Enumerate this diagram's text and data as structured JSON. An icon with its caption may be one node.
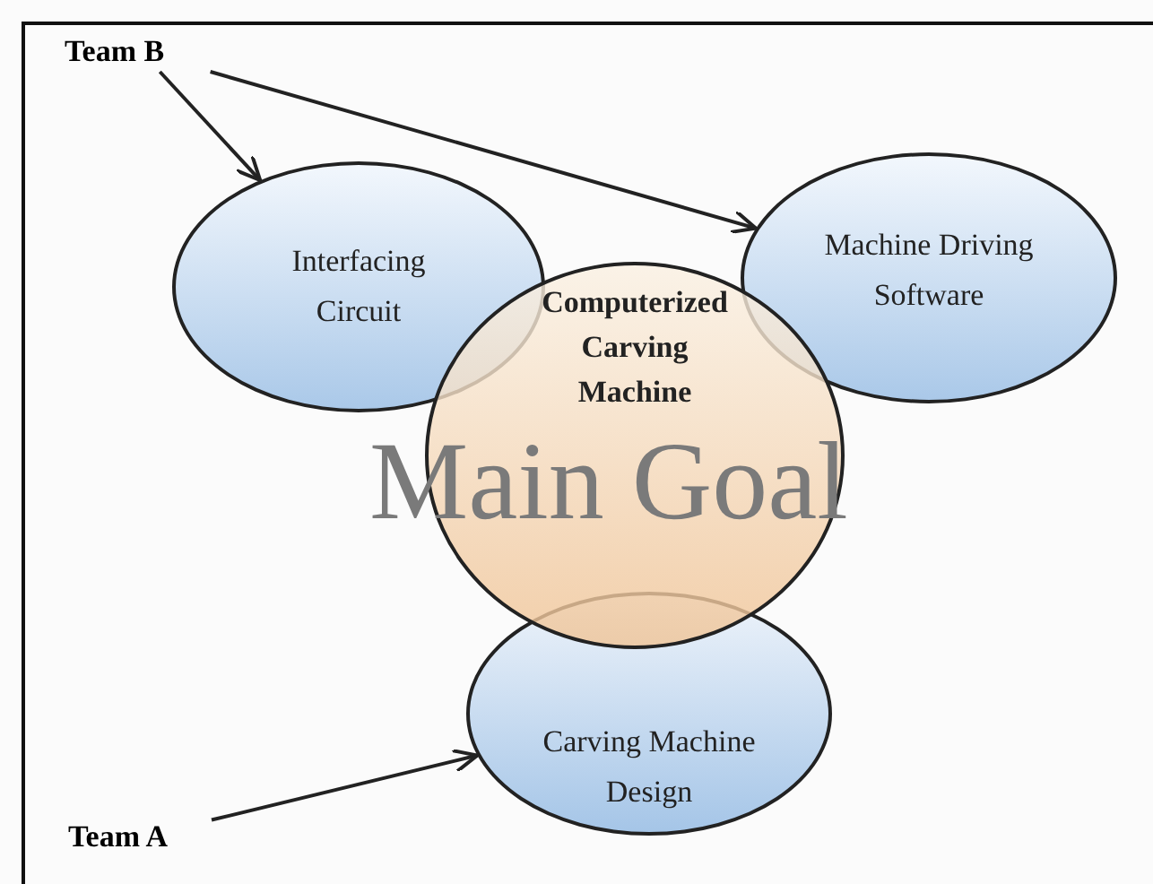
{
  "diagram": {
    "nodes": [
      {
        "text": [
          "Team B"
        ]
      },
      {
        "text": [
          "Interfacing Circuit"
        ]
      },
      {
        "text": [
          "Machine Driving Software"
        ]
      },
      {
        "text": [
          "Computerized Carving Machine"
        ]
      },
      {
        "text": [
          "Carving Machine Design"
        ]
      },
      {
        "text": [
          "Team A"
        ]
      }
    ],
    "edges": [
      {
        "from": 0,
        "to": 1,
        "arrow": "to"
      },
      {
        "from": 0,
        "to": 2,
        "arrow": "to"
      },
      {
        "from": 5,
        "to": 4,
        "arrow": "to"
      }
    ],
    "labels": [
      "Main Goal"
    ]
  }
}
